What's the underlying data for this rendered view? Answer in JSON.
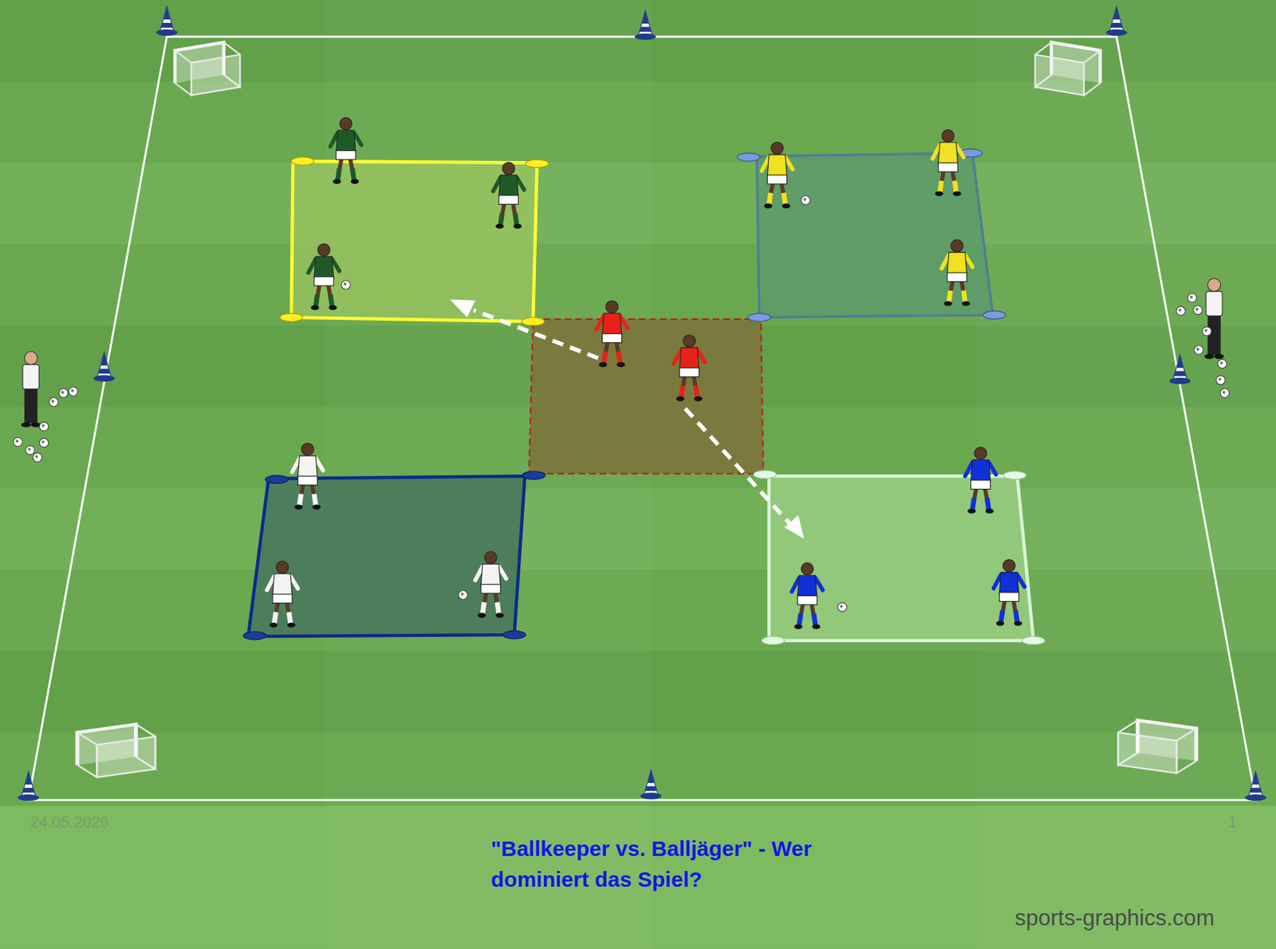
{
  "diagram": {
    "title": "\"Ballkeeper vs. Balljäger\" - Wer dominiert das Spiel?",
    "labels": [
      "24.05.2026",
      "1",
      "sports-graphics.com"
    ]
  }
}
